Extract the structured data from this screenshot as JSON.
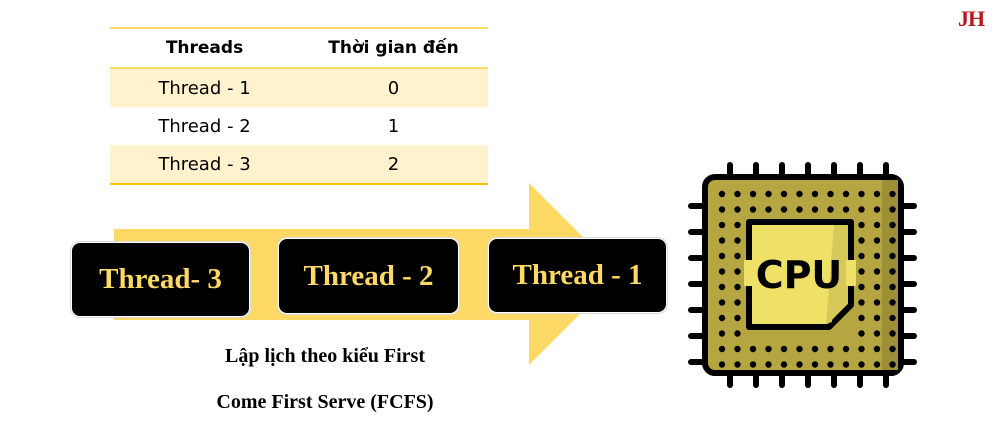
{
  "logo": {
    "text": "JH",
    "color": "#c0141e"
  },
  "table": {
    "headers": [
      "Threads",
      "Thời gian đến"
    ],
    "rows": [
      {
        "thread": "Thread - 1",
        "arrival": "0"
      },
      {
        "thread": "Thread - 2",
        "arrival": "1"
      },
      {
        "thread": "Thread - 3",
        "arrival": "2"
      }
    ]
  },
  "queue": {
    "arrow_color": "#ffd966",
    "boxes": [
      {
        "label": "Thread- 3"
      },
      {
        "label": "Thread - 2"
      },
      {
        "label": "Thread - 1"
      }
    ]
  },
  "caption": {
    "line1": "Lập lịch theo kiểu First",
    "line2": "Come First Serve (FCFS)"
  },
  "cpu": {
    "icon": "cpu-chip-icon",
    "label": "CPU"
  }
}
